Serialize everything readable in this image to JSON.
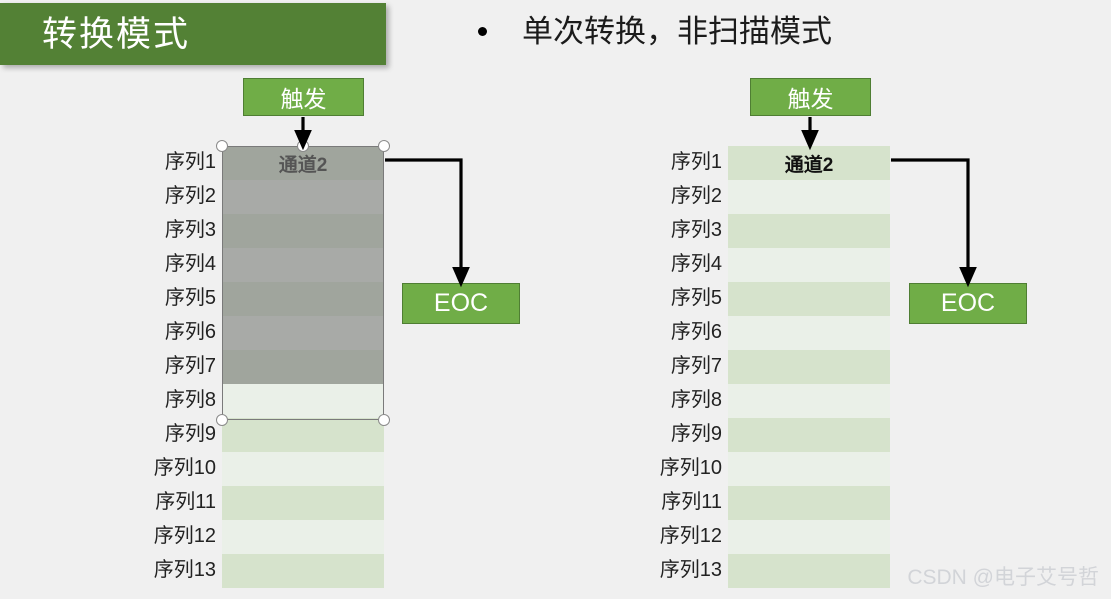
{
  "slide": {
    "title": "转换模式",
    "bullet": "单次转换，非扫描模式",
    "background_color": "#f0f0f0",
    "title_bar_color": "#538135",
    "accent_green": "#70ad47",
    "row_color_odd": "#d6e3cc",
    "row_color_even": "#eaf0e8",
    "watermark": "CSDN @电子艾号哲"
  },
  "sequence_labels": [
    "序列1",
    "序列2",
    "序列3",
    "序列4",
    "序列5",
    "序列6",
    "序列7",
    "序列8",
    "序列9",
    "序列10",
    "序列11",
    "序列12",
    "序列13"
  ],
  "diagrams": [
    {
      "id": "left",
      "trigger_label": "触发",
      "channel_label": "通道2",
      "eoc_label": "EOC",
      "selected": true,
      "selected_rows": 7
    },
    {
      "id": "right",
      "trigger_label": "触发",
      "channel_label": "通道2",
      "eoc_label": "EOC",
      "selected": false,
      "selected_rows": 0
    }
  ]
}
